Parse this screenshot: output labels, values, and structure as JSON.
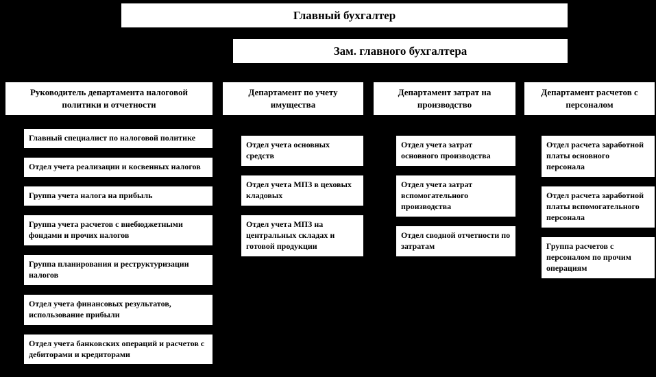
{
  "top": {
    "title": "Главный бухгалтер"
  },
  "deputy": {
    "title": "Зам. главного бухгалтера"
  },
  "columns": [
    {
      "title": "Руководитель департамента налоговой политики и отчетности",
      "items": [
        "Главный специалист по налоговой политике",
        "Отдел учета реализации и косвенных налогов",
        "Группа учета налога на прибыль",
        "Группа учета расчетов с внебюджетными фондами и прочих налогов",
        "Группа планирования и реструктуризации налогов",
        "Отдел учета финансовых результатов, использование прибыли",
        "Отдел учета банковских операций и расчетов с дебиторами и кредиторами"
      ]
    },
    {
      "title": "Департамент по учету имущества",
      "items": [
        "Отдел учета основных средств",
        "Отдел учета МПЗ в цеховых кладовых",
        "Отдел учета МПЗ на центральных складах и готовой продукции"
      ]
    },
    {
      "title": "Департамент затрат на производство",
      "items": [
        "Отдел учета затрат основного производства",
        "Отдел учета затрат вспомогательного производства",
        "Отдел сводной отчетности по затратам"
      ]
    },
    {
      "title": "Департамент расчетов с персоналом",
      "items": [
        "Отдел расчета заработной платы основного персонала",
        "Отдел расчета заработной платы вспомогательного персонала",
        "Группа расчетов с персоналом по прочим операциям"
      ]
    }
  ],
  "colors": {
    "background": "#000000",
    "box_bg": "#ffffff",
    "text": "#000000"
  }
}
